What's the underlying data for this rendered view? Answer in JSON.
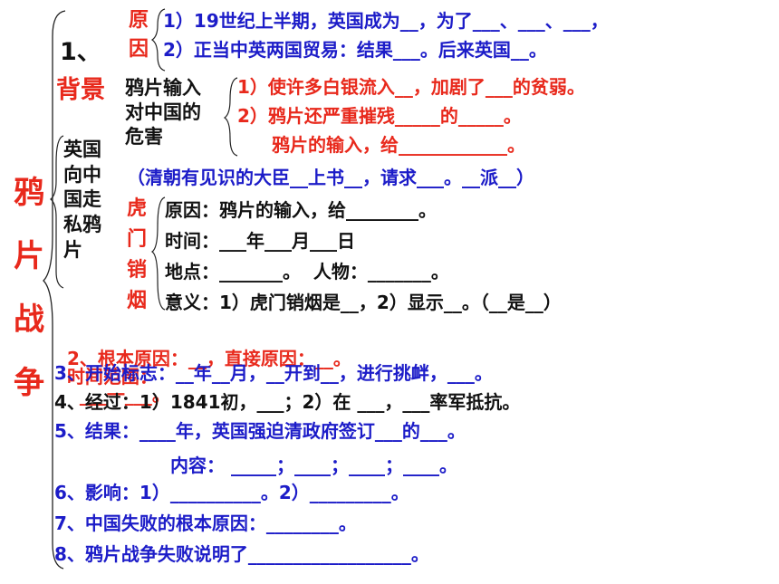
{
  "main_title_chars": [
    "鸦",
    "片",
    "战",
    "争"
  ],
  "section1": {
    "number": "1、",
    "label": "背景",
    "cause_chars": [
      "原",
      "因"
    ],
    "cause_lines": [
      "1）19世纪上半期，英国成为__，为了___、___、___，",
      "2）正当中英两国贸易：结果___。后来英国__。"
    ],
    "harm_title": [
      "鸦片输入",
      "对中国的",
      "危害"
    ],
    "harm_lines": [
      "1）使许多白银流入__，加剧了___的贫弱。",
      "2）鸦片还严重摧残_____的_____。",
      "鸦片的输入，给____________。"
    ],
    "smuggle_chars": [
      "英国",
      "向中",
      "国走",
      "私鸦",
      "片"
    ],
    "officials_line": "（清朝有见识的大臣__上书__，请求___。__派__）",
    "humen_chars": [
      "虎",
      "门",
      "销",
      "烟"
    ],
    "humen_lines": [
      "原因：鸦片的输入，给________。",
      "时间：___年___月___日",
      "地点：_______。  人物：_______。",
      "意义：1）虎门销烟是__，2）显示__。（__是__）"
    ]
  },
  "items": [
    {
      "parts": [
        {
          "text": "2、根本原因：__，直接原因：__。",
          "color": "red"
        },
        {
          "text": "时间范围：",
          "color": "red"
        },
        {
          "text": "  ___一___。",
          "color": "red"
        }
      ]
    },
    {
      "parts": [
        {
          "text": "3、开始标志：__年__月，__开到__，进行挑衅，___。",
          "color": "blue"
        }
      ]
    },
    {
      "parts": [
        {
          "text": "4、经过：1）1841初，___；2）在 ___，___率军抵抗。",
          "color": "black"
        }
      ]
    },
    {
      "parts": [
        {
          "text": "5、结果：____年，英国强迫清政府签订___的___。",
          "color": "blue"
        }
      ]
    },
    {
      "parts": [
        {
          "text": "内容： _____；____；____；____。",
          "color": "blue"
        }
      ]
    },
    {
      "parts": [
        {
          "text": "6、影响：1）__________。2）_________。",
          "color": "blue"
        }
      ]
    },
    {
      "parts": [
        {
          "text": "7、中国失败的根本原因：________。",
          "color": "blue"
        }
      ]
    },
    {
      "parts": [
        {
          "text": "8、鸦片战争失败说明了__________________。",
          "color": "blue"
        }
      ]
    }
  ],
  "colors": {
    "red": "#e8291c",
    "blue": "#1c1cc8",
    "black": "#111111"
  }
}
